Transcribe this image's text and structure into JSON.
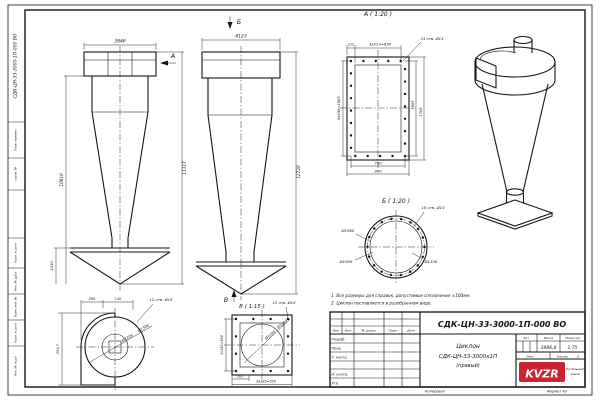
{
  "colors": {
    "ink": "#151515",
    "brand_red": "#cf2231"
  },
  "margin": {
    "doc_number_rotated": "СДК-ЦН-33-3000-1П-000 ВО",
    "cells": [
      "Перв. примен.",
      "Справ. №",
      "Подп. и дата",
      "Инв. № дубл.",
      "Взам. инв. №",
      "Подп. и дата",
      "Инв. № подл."
    ],
    "kopiroval": "Копировал",
    "format": "Формат А3"
  },
  "views": {
    "front": {
      "marker": "А",
      "width": "3846",
      "height_total": "11317",
      "height_body": "10910",
      "height_cone": "1010"
    },
    "side": {
      "marker_top": "Б",
      "marker_bottom": "В",
      "width": "4123",
      "height_total": "12720"
    },
    "a": {
      "title": "А ( 1:20 )",
      "dim_edge": "212",
      "dim_top_row": "3х213=850",
      "holes": "24 отв. Ø14",
      "dim_left_col": "8х198=1665",
      "dim_right_inner": "1605",
      "dim_right_outer": "1705",
      "dim_bottom_inner": "790",
      "dim_bottom_outer": "890"
    },
    "b": {
      "title": "Б ( 1:20 )",
      "holes": "18 отв. Ø14",
      "d_bolt": "Ø1060",
      "d_inner": "Ø1000",
      "d_outer": "Ø1100"
    },
    "scroll": {
      "dim_a": "290",
      "dim_b": "140",
      "holes": "12 отв. Ø18",
      "d_outer": "Ø1306",
      "d_inner": "Ø1206",
      "dim_height": "294,7"
    },
    "v": {
      "title": "В ( 1:15 )",
      "holes": "12 отв. Ø18",
      "dim_left_col": "3х183=550",
      "dim_step": "183",
      "dim_bottom_row": "3х183=550",
      "d_outer": "Ø1260",
      "d_inner": "Ø1200"
    }
  },
  "notes": {
    "line1": "1. Все размеры для справок, допустимые отклонения ±100мм.",
    "line2": "2. Циклон поставляется в разобранном виде."
  },
  "title_block": {
    "designation": "СДК-ЦН-33-3000-1П-000 ВО",
    "name_line1": "Циклон",
    "name_line2": "СДК-ЦН-33-3000х1П",
    "name_line3": "(правый)",
    "header": {
      "izm": "Изм.",
      "list": "Лист",
      "doc": "№ докум.",
      "podp": "Подп.",
      "data": "Дата"
    },
    "roles": [
      "Разраб.",
      "Пров.",
      "Т. контр.",
      "Н. контр.",
      "Утв."
    ],
    "lit_label": "Лит.",
    "mass_label": "Масса",
    "scale_label": "Масштаб",
    "mass_value": "3986,8",
    "scale_value": "1:75",
    "sheet_label": "Лист",
    "sheets_label": "Листов",
    "sheets_value": "1",
    "logo": "KVZR",
    "org_line1": "Котельный",
    "org_line2": "завод"
  }
}
